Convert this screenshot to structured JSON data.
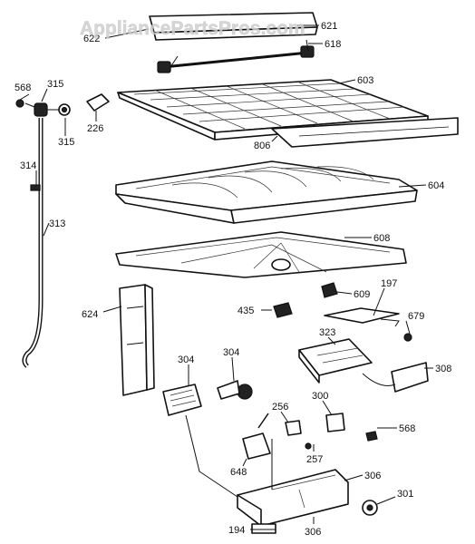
{
  "watermark": "AppliancePartsPros.com",
  "callouts": {
    "c622": "622",
    "c621": "621",
    "c618": "618",
    "c603": "603",
    "c806": "806",
    "c568a": "568",
    "c315a": "315",
    "c315b": "315",
    "c226": "226",
    "c314": "314",
    "c313": "313",
    "c604": "604",
    "c608": "608",
    "c624": "624",
    "c609": "609",
    "c435": "435",
    "c197": "197",
    "c679": "679",
    "c323": "323",
    "c308": "308",
    "c304a": "304",
    "c304b": "304",
    "c256": "256",
    "c300": "300",
    "c257": "257",
    "c568b": "568",
    "c648": "648",
    "c306a": "306",
    "c301": "301",
    "c306b": "306",
    "c194": "194"
  }
}
